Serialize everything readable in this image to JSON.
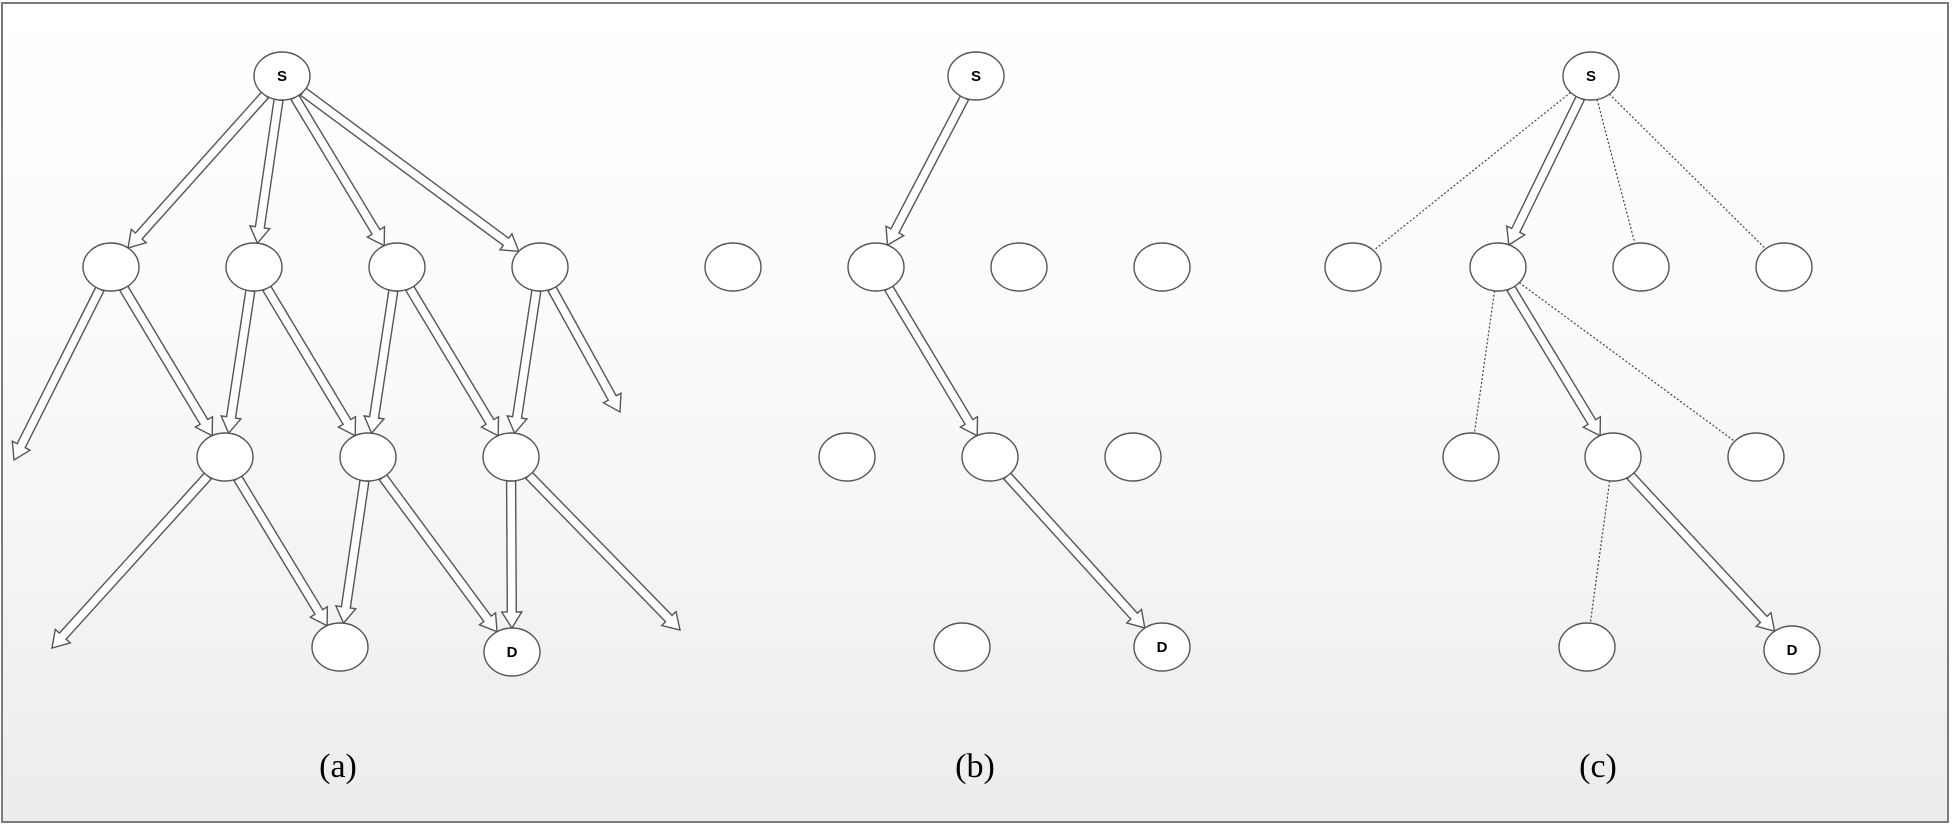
{
  "panels": [
    {
      "caption": "(a)",
      "nodes": [
        {
          "id": "S",
          "label": "S"
        },
        {
          "id": "n1",
          "label": ""
        },
        {
          "id": "n2",
          "label": ""
        },
        {
          "id": "n3",
          "label": ""
        },
        {
          "id": "n4",
          "label": ""
        },
        {
          "id": "m1",
          "label": ""
        },
        {
          "id": "m2",
          "label": ""
        },
        {
          "id": "m3",
          "label": ""
        },
        {
          "id": "b1",
          "label": ""
        },
        {
          "id": "D",
          "label": "D"
        }
      ],
      "edges": [
        {
          "from": "S",
          "to": "n1",
          "style": "arrow"
        },
        {
          "from": "S",
          "to": "n2",
          "style": "arrow"
        },
        {
          "from": "S",
          "to": "n3",
          "style": "arrow"
        },
        {
          "from": "S",
          "to": "n4",
          "style": "arrow"
        },
        {
          "from": "n1",
          "to": null,
          "style": "arrow"
        },
        {
          "from": "n1",
          "to": "m1",
          "style": "arrow"
        },
        {
          "from": "n2",
          "to": "m1",
          "style": "arrow"
        },
        {
          "from": "n2",
          "to": "m2",
          "style": "arrow"
        },
        {
          "from": "n3",
          "to": "m2",
          "style": "arrow"
        },
        {
          "from": "n3",
          "to": "m3",
          "style": "arrow"
        },
        {
          "from": "n4",
          "to": "m3",
          "style": "arrow"
        },
        {
          "from": "n4",
          "to": null,
          "style": "arrow"
        },
        {
          "from": "m1",
          "to": null,
          "style": "arrow"
        },
        {
          "from": "m1",
          "to": "b1",
          "style": "arrow"
        },
        {
          "from": "m2",
          "to": "b1",
          "style": "arrow"
        },
        {
          "from": "m2",
          "to": "D",
          "style": "arrow"
        },
        {
          "from": "m3",
          "to": "D",
          "style": "arrow"
        },
        {
          "from": "m3",
          "to": null,
          "style": "arrow"
        }
      ]
    },
    {
      "caption": "(b)",
      "nodes": [
        {
          "id": "S",
          "label": "S"
        },
        {
          "id": "n0",
          "label": ""
        },
        {
          "id": "n1",
          "label": ""
        },
        {
          "id": "n2",
          "label": ""
        },
        {
          "id": "n3",
          "label": ""
        },
        {
          "id": "m1",
          "label": ""
        },
        {
          "id": "m2",
          "label": ""
        },
        {
          "id": "m3",
          "label": ""
        },
        {
          "id": "b1",
          "label": ""
        },
        {
          "id": "D",
          "label": "D"
        }
      ],
      "edges": [
        {
          "from": "S",
          "to": "n1",
          "style": "arrow"
        },
        {
          "from": "n1",
          "to": "m2",
          "style": "arrow"
        },
        {
          "from": "m2",
          "to": "D",
          "style": "arrow"
        }
      ]
    },
    {
      "caption": "(c)",
      "nodes": [
        {
          "id": "S",
          "label": "S"
        },
        {
          "id": "n1",
          "label": ""
        },
        {
          "id": "n2",
          "label": ""
        },
        {
          "id": "n3",
          "label": ""
        },
        {
          "id": "n4",
          "label": ""
        },
        {
          "id": "m1",
          "label": ""
        },
        {
          "id": "m2",
          "label": ""
        },
        {
          "id": "m3",
          "label": ""
        },
        {
          "id": "b1",
          "label": ""
        },
        {
          "id": "D",
          "label": "D"
        }
      ],
      "edges": [
        {
          "from": "S",
          "to": "n1",
          "style": "dotted"
        },
        {
          "from": "S",
          "to": "n2",
          "style": "arrow"
        },
        {
          "from": "S",
          "to": "n3",
          "style": "dotted"
        },
        {
          "from": "S",
          "to": "n4",
          "style": "dotted"
        },
        {
          "from": "n2",
          "to": "m1",
          "style": "dotted"
        },
        {
          "from": "n2",
          "to": "m2",
          "style": "arrow"
        },
        {
          "from": "n2",
          "to": "m3",
          "style": "dotted"
        },
        {
          "from": "m2",
          "to": "b1",
          "style": "dotted"
        },
        {
          "from": "m2",
          "to": "D",
          "style": "arrow"
        }
      ]
    }
  ]
}
